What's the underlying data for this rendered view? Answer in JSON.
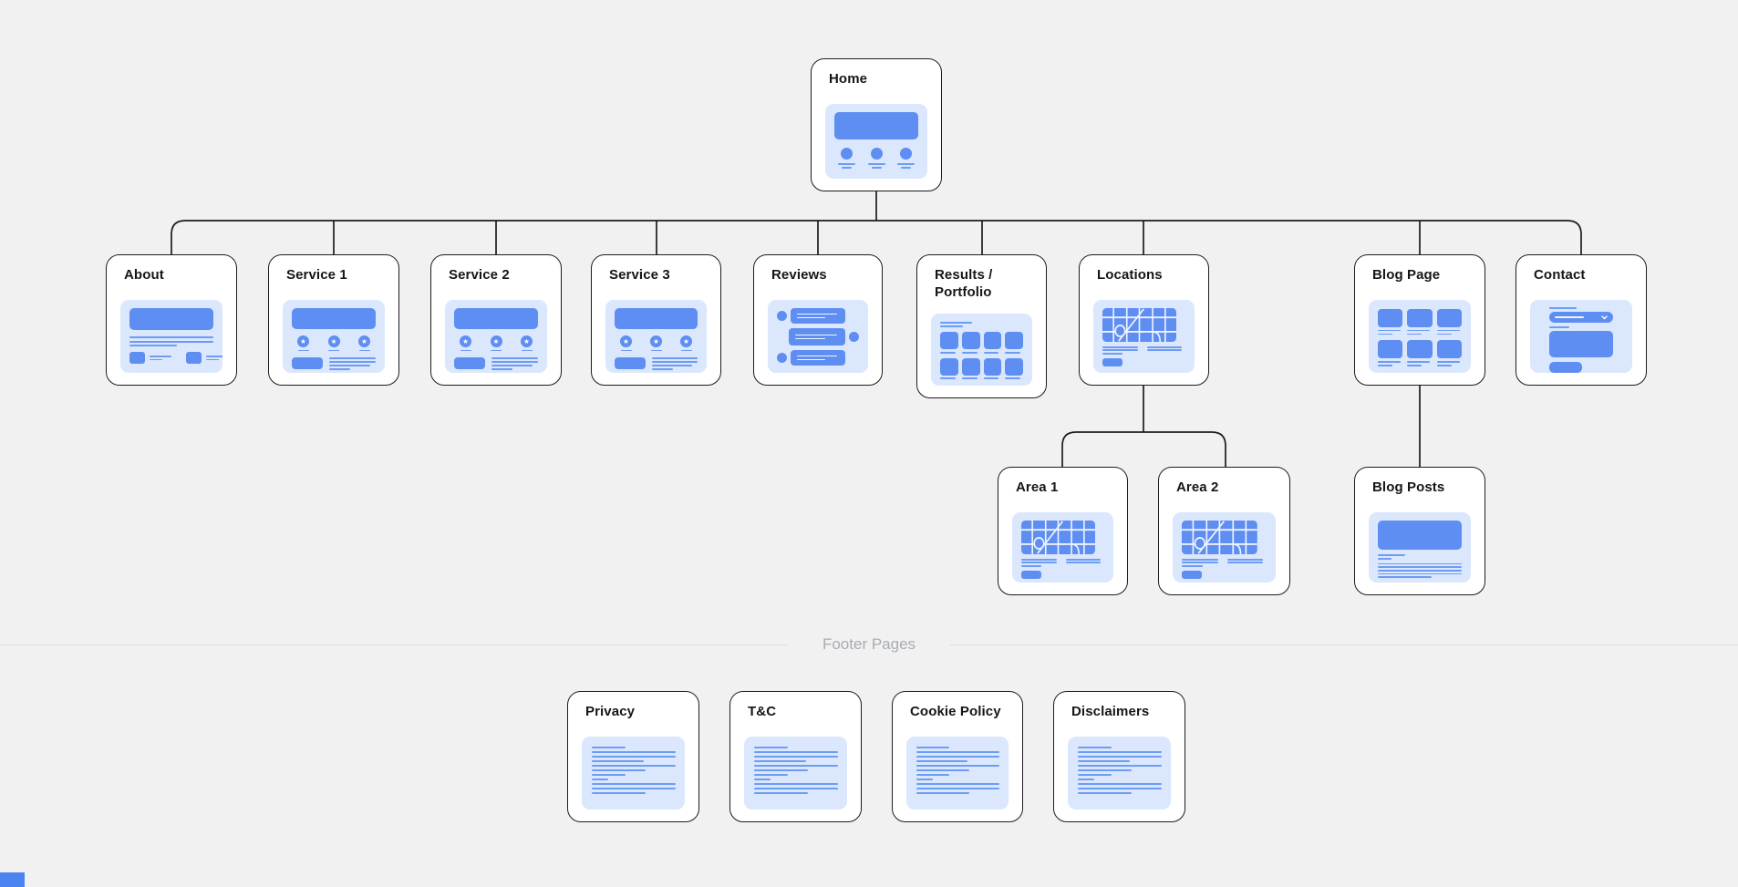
{
  "canvas": {
    "background": "#f1f1f2"
  },
  "palette": {
    "card_background": "#ffffff",
    "card_border": "#1d1d1d",
    "thumbnail_background": "#dbe7fc",
    "wireframe_blue": "#5f8ef2",
    "wireframe_line_blue": "#6d9cf5",
    "connector": "#1c1c1c",
    "divider_line": "#dcdcdc",
    "divider_text": "#a8adb3"
  },
  "divider": {
    "label": "Footer Pages"
  },
  "nodes": {
    "home": {
      "label": "Home",
      "thumbnail": "hero-features"
    },
    "about": {
      "label": "About",
      "thumbnail": "hero-text-features"
    },
    "service1": {
      "label": "Service 1",
      "thumbnail": "hero-stars-cta"
    },
    "service2": {
      "label": "Service 2",
      "thumbnail": "hero-stars-cta"
    },
    "service3": {
      "label": "Service 3",
      "thumbnail": "hero-stars-cta"
    },
    "reviews": {
      "label": "Reviews",
      "thumbnail": "chat-testimonials"
    },
    "results": {
      "label": "Results / Portfolio",
      "thumbnail": "gallery-grid"
    },
    "locations": {
      "label": "Locations",
      "thumbnail": "map"
    },
    "blogpage": {
      "label": "Blog Page",
      "thumbnail": "card-grid"
    },
    "contact": {
      "label": "Contact",
      "thumbnail": "form"
    },
    "area1": {
      "label": "Area 1",
      "thumbnail": "map"
    },
    "area2": {
      "label": "Area 2",
      "thumbnail": "map"
    },
    "blogposts": {
      "label": "Blog Posts",
      "thumbnail": "article"
    },
    "privacy": {
      "label": "Privacy",
      "thumbnail": "text-page"
    },
    "tc": {
      "label": "T&C",
      "thumbnail": "text-page"
    },
    "cookie": {
      "label": "Cookie Policy",
      "thumbnail": "text-page"
    },
    "disclaimers": {
      "label": "Disclaimers",
      "thumbnail": "text-page"
    }
  }
}
